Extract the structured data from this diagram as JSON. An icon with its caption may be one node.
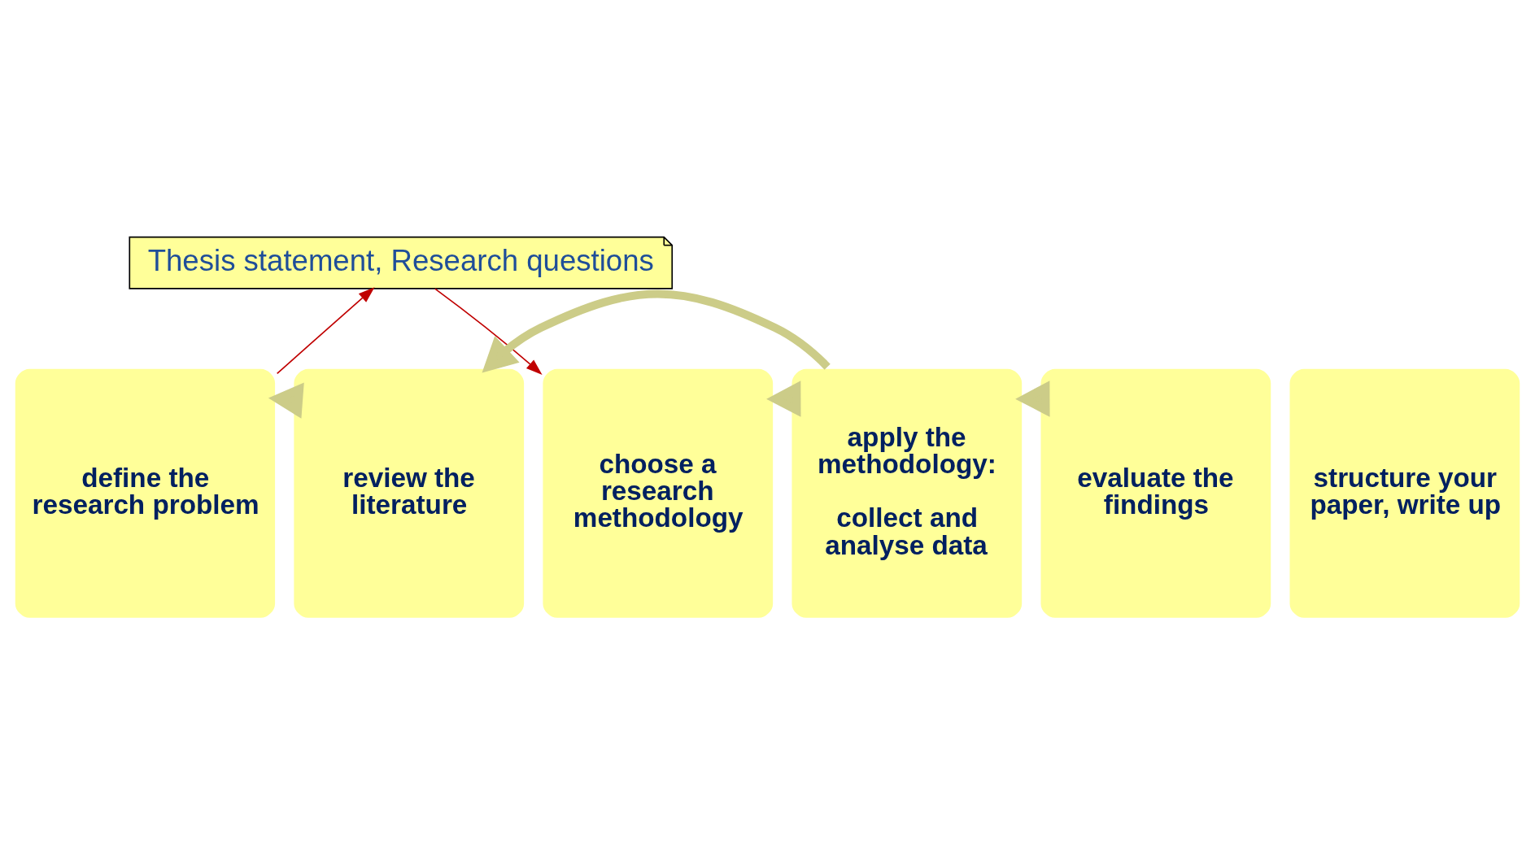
{
  "diagram": {
    "nodes": [
      {
        "text": [
          "Thesis statement, Research questions"
        ]
      },
      {
        "text": [
          "define the research problem"
        ]
      },
      {
        "text": [
          "review the literature"
        ]
      },
      {
        "text": [
          "choose a research methodology"
        ]
      },
      {
        "text": [
          "apply the methodology:",
          "collect and analyse data"
        ]
      },
      {
        "text": [
          "evaluate the findings"
        ]
      },
      {
        "text": [
          "structure your paper, write up"
        ]
      }
    ],
    "edges": [
      {
        "from": 1,
        "to": 0,
        "arrow": "to",
        "color": "#c00000"
      },
      {
        "from": 0,
        "to": 3,
        "arrow": "to",
        "color": "#c00000"
      },
      {
        "from": 2,
        "to": 1,
        "arrow": "to",
        "style": "thick",
        "color": "#cccc88"
      },
      {
        "from": 4,
        "to": 2,
        "arrow": "to",
        "style": "thick",
        "color": "#cccc88"
      },
      {
        "from": 4,
        "to": 3,
        "arrow": "to",
        "style": "thick",
        "color": "#cccc88"
      },
      {
        "from": 5,
        "to": 4,
        "arrow": "to",
        "style": "thick",
        "color": "#cccc88"
      }
    ]
  }
}
